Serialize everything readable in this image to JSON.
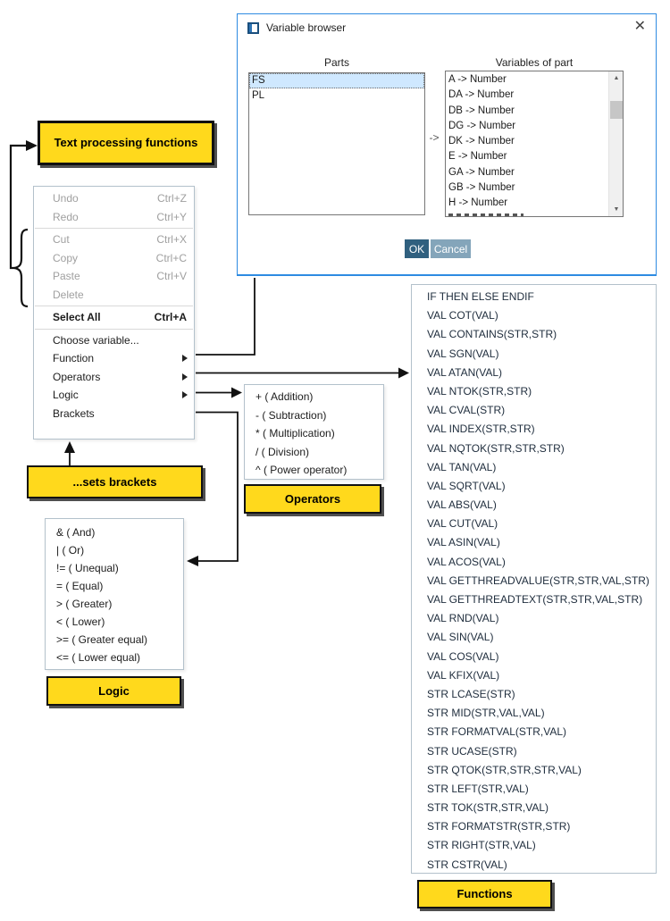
{
  "dialog": {
    "title": "Variable browser",
    "close_glyph": "✕",
    "parts_label": "Parts",
    "variables_label": "Variables of part",
    "parts": [
      "FS",
      "PL"
    ],
    "selected_part": "FS",
    "map_arrow": "->",
    "variables": [
      "A -> Number",
      "DA -> Number",
      "DB -> Number",
      "DG -> Number",
      "DK -> Number",
      "E -> Number",
      "GA -> Number",
      "GB -> Number",
      "H -> Number"
    ],
    "scroll_up_glyph": "▲",
    "scroll_down_glyph": "▼",
    "ok_label": "OK",
    "cancel_label": "Cancel"
  },
  "annotations": {
    "text_processing": "Text processing functions",
    "sets_brackets": "...sets brackets",
    "operators": "Operators",
    "logic": "Logic",
    "functions": "Functions"
  },
  "context_menu": {
    "items": [
      {
        "label": "Undo",
        "shortcut": "Ctrl+Z",
        "disabled": true
      },
      {
        "label": "Redo",
        "shortcut": "Ctrl+Y",
        "disabled": true
      },
      {
        "type": "separator"
      },
      {
        "label": "Cut",
        "shortcut": "Ctrl+X",
        "disabled": true
      },
      {
        "label": "Copy",
        "shortcut": "Ctrl+C",
        "disabled": true
      },
      {
        "label": "Paste",
        "shortcut": "Ctrl+V",
        "disabled": true
      },
      {
        "label": "Delete",
        "disabled": true
      },
      {
        "type": "separator"
      },
      {
        "label": "Select All",
        "shortcut": "Ctrl+A",
        "bold": true
      },
      {
        "type": "separator"
      },
      {
        "label": "Choose variable..."
      },
      {
        "label": "Function",
        "submenu": true
      },
      {
        "label": "Operators",
        "submenu": true
      },
      {
        "label": "Logic",
        "submenu": true
      },
      {
        "label": "Brackets"
      }
    ]
  },
  "operators_menu": {
    "items": [
      "+ ( Addition)",
      "- ( Subtraction)",
      "* ( Multiplication)",
      "/ ( Division)",
      "^ ( Power operator)"
    ]
  },
  "logic_menu": {
    "items": [
      "& ( And)",
      "| ( Or)",
      "!= ( Unequal)",
      "= ( Equal)",
      "> ( Greater)",
      "< ( Lower)",
      ">= ( Greater equal)",
      "<= ( Lower equal)"
    ]
  },
  "functions_list": {
    "items": [
      "IF THEN ELSE ENDIF",
      "VAL COT(VAL)",
      "VAL CONTAINS(STR,STR)",
      "VAL SGN(VAL)",
      "VAL ATAN(VAL)",
      "VAL NTOK(STR,STR)",
      "VAL CVAL(STR)",
      "VAL INDEX(STR,STR)",
      "VAL NQTOK(STR,STR,STR)",
      "VAL TAN(VAL)",
      "VAL SQRT(VAL)",
      "VAL ABS(VAL)",
      "VAL CUT(VAL)",
      "VAL ASIN(VAL)",
      "VAL ACOS(VAL)",
      "VAL GETTHREADVALUE(STR,STR,VAL,STR)",
      "VAL GETTHREADTEXT(STR,STR,VAL,STR)",
      "VAL RND(VAL)",
      "VAL SIN(VAL)",
      "VAL COS(VAL)",
      "VAL KFIX(VAL)",
      "STR LCASE(STR)",
      "STR MID(STR,VAL,VAL)",
      "STR FORMATVAL(STR,VAL)",
      "STR UCASE(STR)",
      "STR QTOK(STR,STR,STR,VAL)",
      "STR LEFT(STR,VAL)",
      "STR TOK(STR,STR,VAL)",
      "STR FORMATSTR(STR,STR)",
      "STR RIGHT(STR,VAL)",
      "STR CSTR(VAL)"
    ]
  },
  "colors": {
    "annotation_yellow": "#ffd91c",
    "dialog_border_blue": "#2e8be2",
    "ok_button": "#30607f",
    "cancel_button": "#84a5ba",
    "selection_blue": "#cfe8ff",
    "arrow_black": "#111111"
  }
}
